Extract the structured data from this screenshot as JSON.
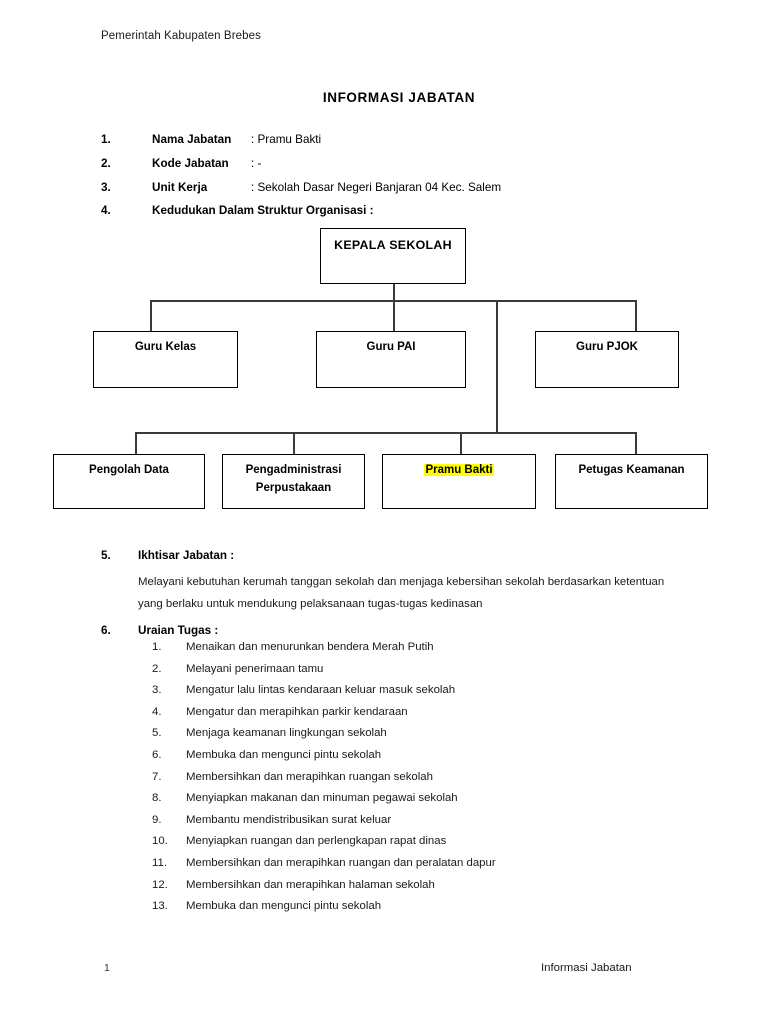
{
  "header": {
    "organization": "Pemerintah Kabupaten Brebes",
    "title": "INFORMASI JABATAN"
  },
  "fields": [
    {
      "num": "1.",
      "label": "Nama Jabatan",
      "separator": ":",
      "value": "Pramu Bakti"
    },
    {
      "num": "2.",
      "label": "Kode Jabatan",
      "separator": ":",
      "value": "-"
    },
    {
      "num": "3.",
      "label": "Unit Kerja",
      "separator": ":",
      "value": "Sekolah Dasar Negeri Banjaran 04 Kec. Salem"
    },
    {
      "num": "4.",
      "label": "Kedudukan Dalam Struktur Organisasi :",
      "separator": "",
      "value": ""
    }
  ],
  "orgchart": {
    "root": {
      "label": "KEPALA SEKOLAH"
    },
    "level1": [
      {
        "label": "Guru Kelas",
        "highlight": false
      },
      {
        "label": "Guru PAI",
        "highlight": false
      },
      {
        "label": "Guru PJOK",
        "highlight": false
      }
    ],
    "level2": [
      {
        "label": "Pengolah Data",
        "label2": "",
        "highlight": false
      },
      {
        "label": "Pengadministrasi",
        "label2": "Perpustakaan",
        "highlight": false
      },
      {
        "label": "Pramu Bakti",
        "label2": "",
        "highlight": true
      },
      {
        "label": "Petugas Keamanan",
        "label2": "",
        "highlight": false
      }
    ],
    "highlight_color": "#FFFF00",
    "border_color": "#000000",
    "connector_color": "#3a3a3a"
  },
  "sections": [
    {
      "num": "5.",
      "title": "Ikhtisar Jabatan :"
    },
    {
      "num": "6.",
      "title": "Uraian Tugas :"
    }
  ],
  "summary": "Melayani kebutuhan kerumah tanggan sekolah dan menjaga kebersihan sekolah berdasarkan ketentuan yang berlaku untuk mendukung pelaksanaan tugas-tugas kedinasan",
  "tasks": [
    {
      "num": "1.",
      "text": "Menaikan dan menurunkan bendera Merah Putih"
    },
    {
      "num": "2.",
      "text": "Melayani penerimaan tamu"
    },
    {
      "num": "3.",
      "text": "Mengatur lalu lintas kendaraan keluar masuk sekolah"
    },
    {
      "num": "4.",
      "text": "Mengatur dan merapihkan parkir kendaraan"
    },
    {
      "num": "5.",
      "text": "Menjaga keamanan lingkungan sekolah"
    },
    {
      "num": "6.",
      "text": "Membuka dan mengunci pintu sekolah"
    },
    {
      "num": "7.",
      "text": "Membersihkan dan merapihkan ruangan sekolah"
    },
    {
      "num": "8.",
      "text": "Menyiapkan makanan dan minuman pegawai sekolah"
    },
    {
      "num": "9.",
      "text": "Membantu mendistribusikan surat keluar"
    },
    {
      "num": "10.",
      "text": "Menyiapkan ruangan dan perlengkapan rapat dinas"
    },
    {
      "num": "11.",
      "text": "Membersihkan dan merapihkan ruangan dan peralatan dapur"
    },
    {
      "num": "12.",
      "text": "Membersihkan dan merapihkan halaman sekolah"
    },
    {
      "num": "13.",
      "text": "Membuka dan mengunci pintu sekolah"
    }
  ],
  "footer": {
    "page_number": "1",
    "label": "Informasi Jabatan"
  }
}
